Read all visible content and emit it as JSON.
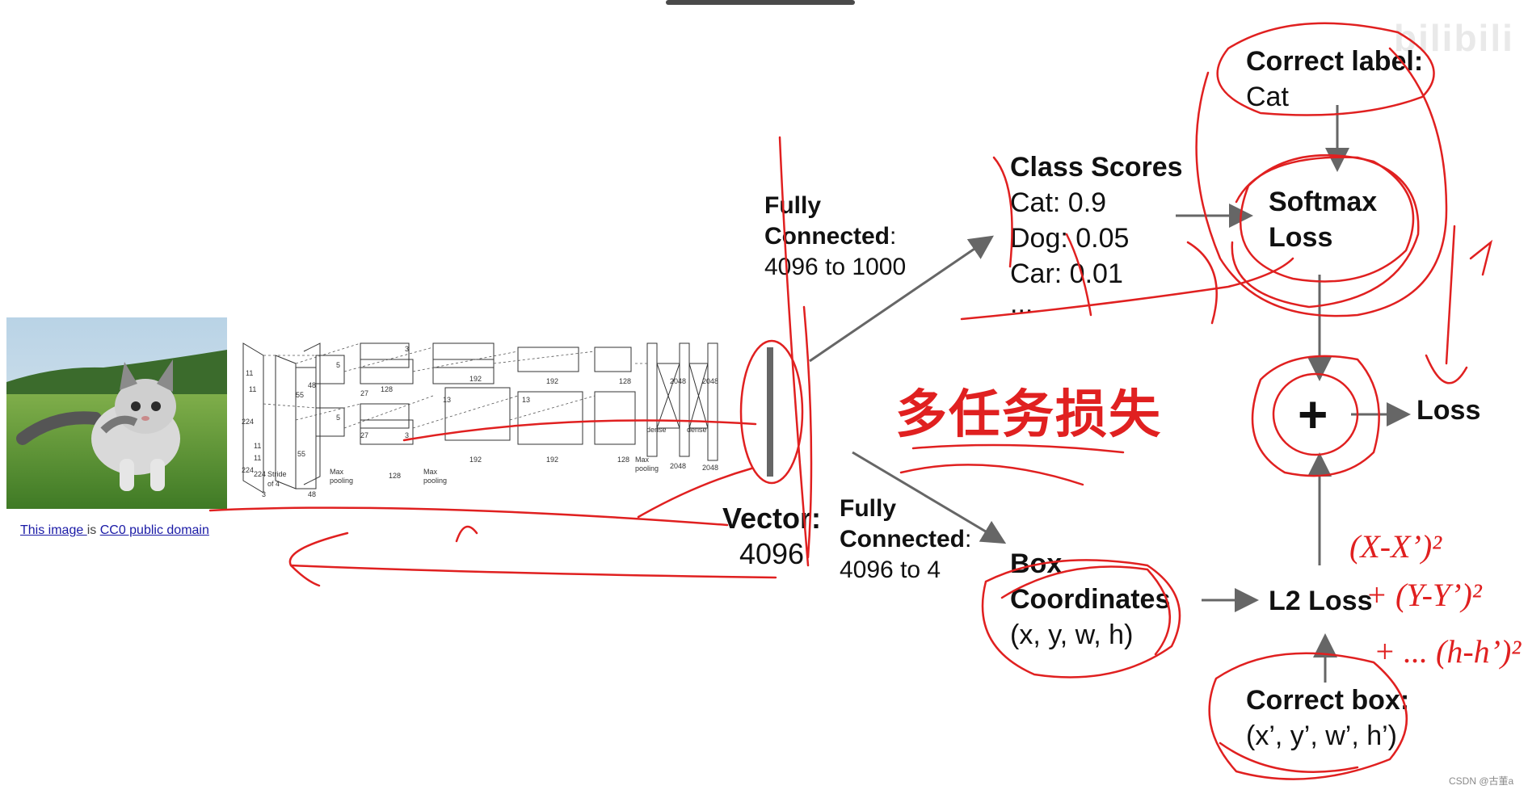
{
  "image_caption": {
    "link1": "This image ",
    "mid": " is ",
    "link2": "CC0 public domain "
  },
  "fc_top": {
    "line1": "Fully",
    "line2": "Connected",
    "line2_tail": ":",
    "line3": "4096 to 1000"
  },
  "fc_bottom": {
    "line1": "Fully",
    "line2": "Connected",
    "line2_tail": ":",
    "line3": "4096 to 4"
  },
  "vector": {
    "title": "Vector:",
    "value": "4096"
  },
  "class_scores": {
    "title": "Class Scores",
    "items": [
      "Cat: 0.9",
      "Dog: 0.05",
      "Car: 0.01",
      "..."
    ]
  },
  "box_coords": {
    "line1": "Box",
    "line2": "Coordinates",
    "line3": "(x, y, w, h)"
  },
  "correct_label": {
    "title": "Correct label:",
    "value": "Cat"
  },
  "softmax": {
    "line1": "Softmax",
    "line2": "Loss"
  },
  "plus": "+",
  "loss": "Loss",
  "l2loss": "L2 Loss",
  "correct_box": {
    "title": "Correct box:",
    "value": "(x’, y’, w’, h’)"
  },
  "multitask": "多任务损失",
  "alexnet": {
    "labels": [
      "11",
      "11",
      "224",
      "224",
      "11",
      "11",
      "224",
      "Stride",
      "of 4",
      "3",
      "55",
      "55",
      "48",
      "48",
      "5",
      "5",
      "27",
      "27",
      "128",
      "128",
      "Max",
      "pooling",
      "Max",
      "pooling",
      "3",
      "3",
      "13",
      "13",
      "192",
      "192",
      "192",
      "192",
      "128",
      "128",
      "Max",
      "pooling",
      "2048",
      "2048",
      "2048",
      "2048",
      "dense",
      "dense"
    ]
  },
  "handwriting": [
    "(X-X’)²",
    "+ (Y-Y’)²",
    "+ ... (h-h’)²"
  ],
  "watermark": "CSDN @古董a",
  "brand": "bilibili",
  "colors": {
    "annotation": "#e02020",
    "arrow": "#666666",
    "link": "#1a1aa6"
  }
}
